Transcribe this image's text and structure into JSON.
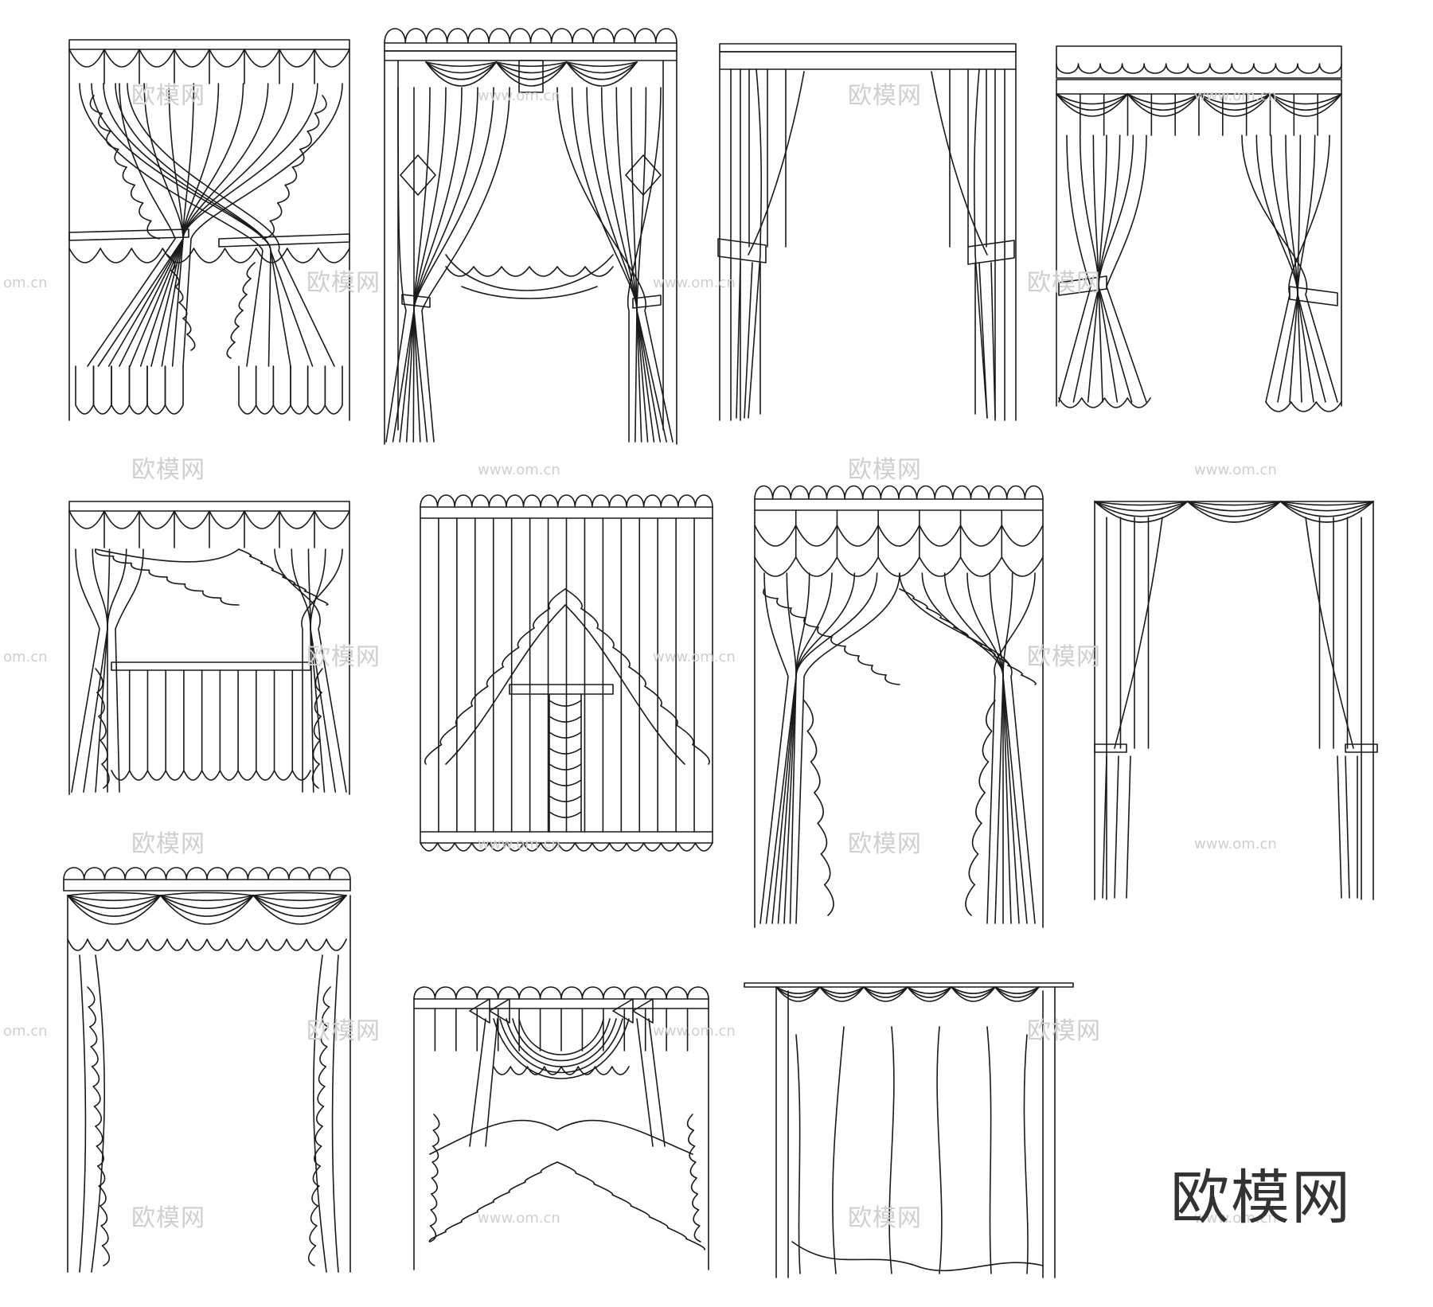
{
  "brand": {
    "logo_text": "欧模网",
    "watermark_cn": "欧模网",
    "watermark_url": "www.om.cn",
    "watermark_url_partial": "om.cn"
  },
  "colors": {
    "line": "#1a1a1a",
    "watermark": "#cfcfcf",
    "logo": "#333333",
    "background": "#ffffff"
  },
  "curtains": [
    {
      "style": "scalloped-valance-tiebacks"
    },
    {
      "style": "swag-ruffle-tiebacks"
    },
    {
      "style": "plain-rod-tiebacks"
    },
    {
      "style": "scalloped-valance-tiebacks"
    },
    {
      "style": "scalloped-valance-bottom"
    },
    {
      "style": "vertical-panel-ruffle-arch"
    },
    {
      "style": "layered-scallop-swag"
    },
    {
      "style": "swag-rod-tiebacks"
    },
    {
      "style": "festoon-swag-ruffle"
    },
    {
      "style": "bow-swag-ruffle"
    },
    {
      "style": "swag-valance-drape"
    }
  ]
}
